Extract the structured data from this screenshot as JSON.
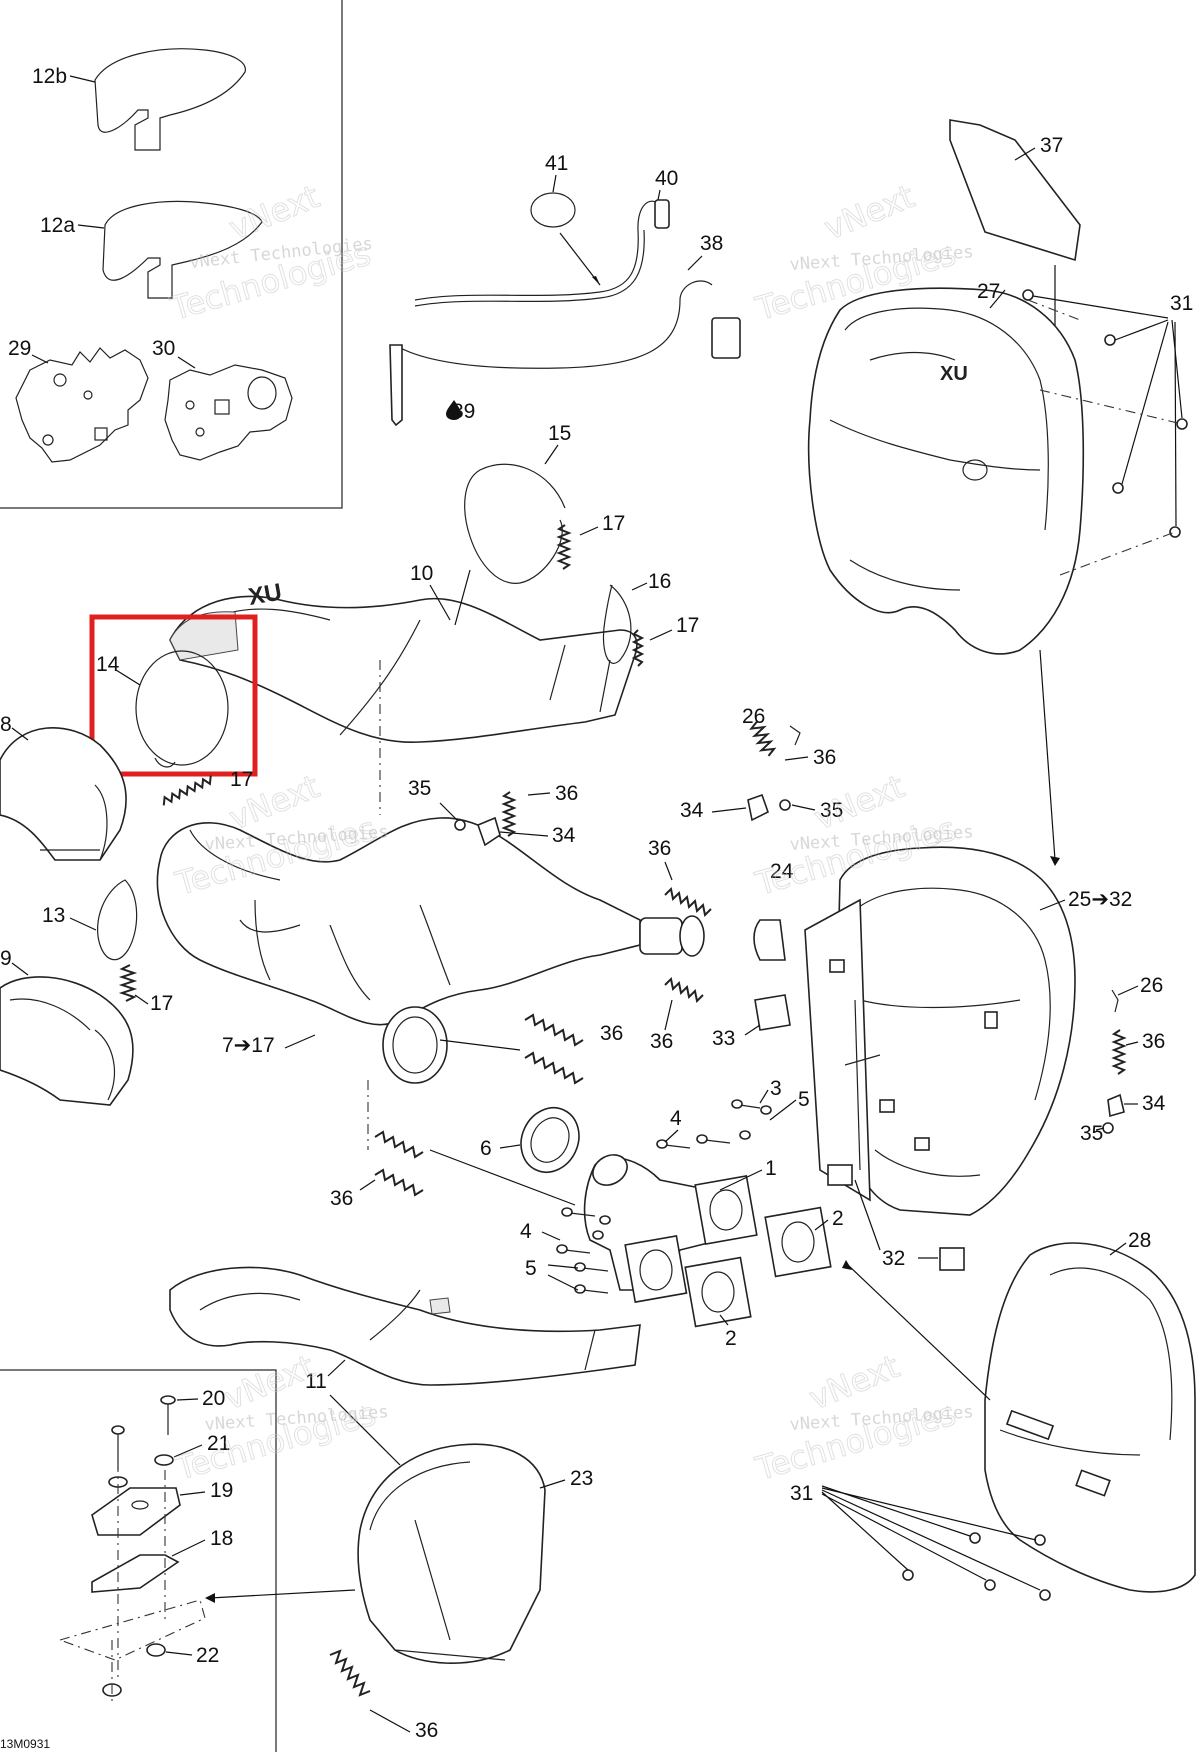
{
  "diagram_code": "13M0931",
  "watermark": {
    "company": "vNext Technologies",
    "word1": "vNext",
    "word2": "Technologies"
  },
  "highlight_color": "#e0201f",
  "callouts": {
    "c1": "1",
    "c2": "2",
    "c3": "3",
    "c4": "4",
    "c5": "5",
    "c6": "6",
    "c7": "7➔17",
    "c8": "8",
    "c9": "9",
    "c10": "10",
    "c11": "11",
    "c12a": "12a",
    "c12b": "12b",
    "c13": "13",
    "c14": "14",
    "c15": "15",
    "c16": "16",
    "c17": "17",
    "c18": "18",
    "c19": "19",
    "c20": "20",
    "c21": "21",
    "c22": "22",
    "c23": "23",
    "c24": "24",
    "c25": "25➔32",
    "c26": "26",
    "c27": "27",
    "c28": "28",
    "c29": "29",
    "c30": "30",
    "c31": "31",
    "c32": "32",
    "c33": "33",
    "c34": "34",
    "c35": "35",
    "c36": "36",
    "c37": "37",
    "c38": "38",
    "c39": "39",
    "c40": "40",
    "c41": "41"
  },
  "muffler_brand": "XU"
}
